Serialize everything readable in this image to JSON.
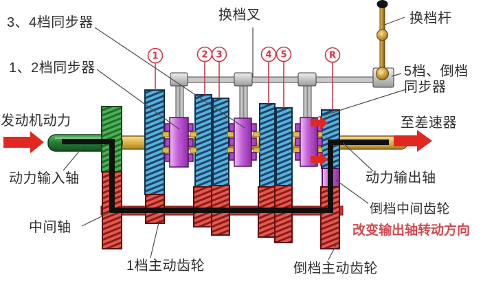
{
  "labels": {
    "sync34": "3、4档同步器",
    "sync12": "1、2档同步器",
    "shift_fork": "换档叉",
    "shift_lever": "换档杆",
    "sync5r_line1": "5档、倒档",
    "sync5r_line2": "同步器",
    "engine_power": "发动机动力",
    "input_shaft": "动力输入轴",
    "counter_shaft": "中间轴",
    "gear1_drive": "1档主动齿轮",
    "reverse_drive": "倒档主动齿轮",
    "reverse_idler": "倒档中间齿轮",
    "direction_note": "改变输出轴转动方向",
    "to_differential": "至差速器",
    "output_shaft": "动力输出轴"
  },
  "gear_markers": [
    "1",
    "2",
    "3",
    "4",
    "5",
    "R"
  ],
  "colors": {
    "marker_red": "#c63a4a",
    "arrow_red": "#e02820",
    "note_red": "#cf4a50",
    "gear_blue": "#57b0dc",
    "gear_blue_dark": "#1b4668",
    "gear_red": "#e05a52",
    "gear_red_dark": "#8e1a14",
    "gear_green": "#4fae58",
    "sync_purple": "#c45ed8",
    "shaft_yellow": "#dcae44",
    "shaft_green": "#237c33",
    "rail_gray": "#c9c9c9",
    "lever_gold": "#b0832a",
    "power_line_black": "#101010",
    "text_dark": "#2e2e2e"
  }
}
